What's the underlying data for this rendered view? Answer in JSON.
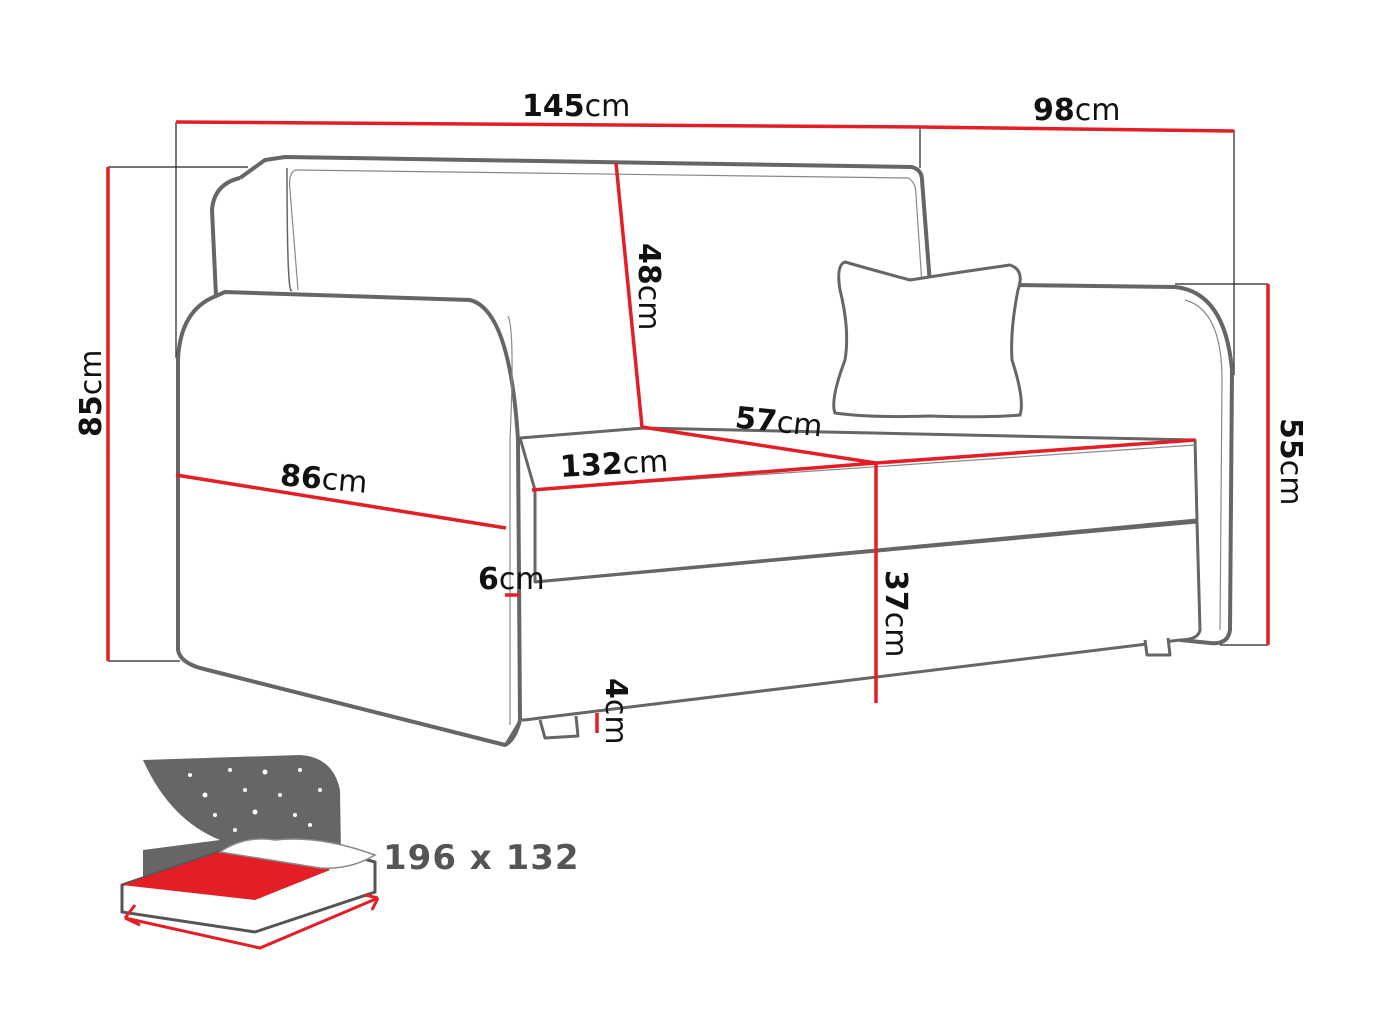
{
  "diagram": {
    "subject": "Sofa bed dimension drawing",
    "unit": "cm",
    "colors": {
      "dimension_line": "#e41e26",
      "outline": "#666666",
      "text": "#111111",
      "bed_icon_gray": "#666666",
      "bed_icon_red": "#e41e26"
    },
    "dimensions": {
      "width_total": {
        "value": "145",
        "unit": "cm"
      },
      "depth_total": {
        "value": "98",
        "unit": "cm"
      },
      "height_total": {
        "value": "85",
        "unit": "cm"
      },
      "armrest_height": {
        "value": "55",
        "unit": "cm"
      },
      "backrest_height": {
        "value": "48",
        "unit": "cm"
      },
      "seat_depth": {
        "value": "57",
        "unit": "cm"
      },
      "seat_width": {
        "value": "132",
        "unit": "cm"
      },
      "armrest_depth": {
        "value": "86",
        "unit": "cm"
      },
      "armrest_thickness": {
        "value": "6",
        "unit": "cm"
      },
      "seat_height": {
        "value": "37",
        "unit": "cm"
      },
      "leg_height": {
        "value": "4",
        "unit": "cm"
      }
    },
    "sleeping_area": {
      "icon": "bed-icon",
      "label": "196 x 132"
    }
  }
}
